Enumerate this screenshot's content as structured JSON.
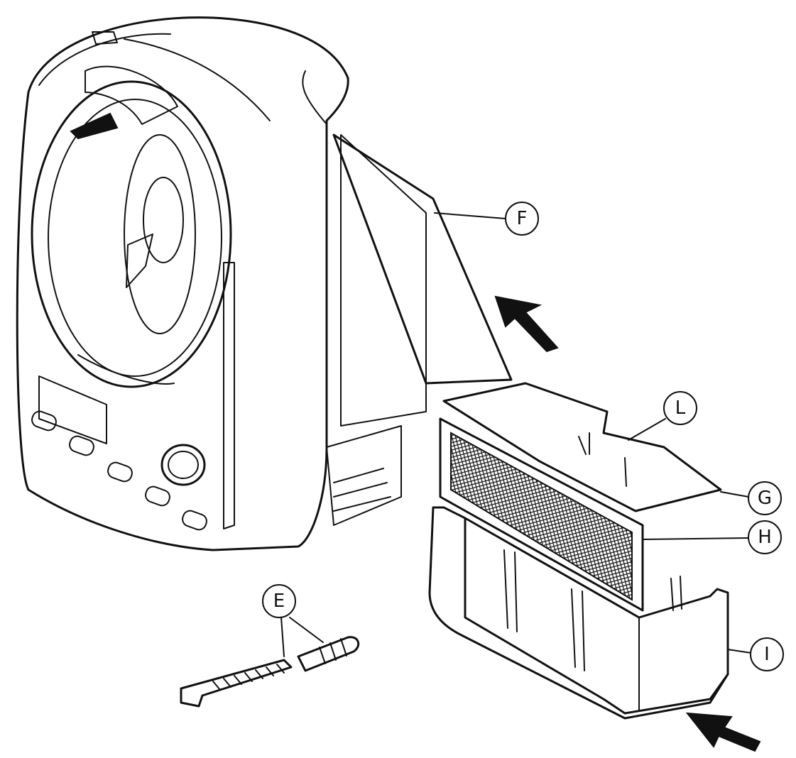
{
  "labels": {
    "F": "F",
    "L": "L",
    "G": "G",
    "H": "H",
    "E": "E",
    "I": "I"
  },
  "colors": {
    "ink": "#111111",
    "paper": "#ffffff"
  }
}
